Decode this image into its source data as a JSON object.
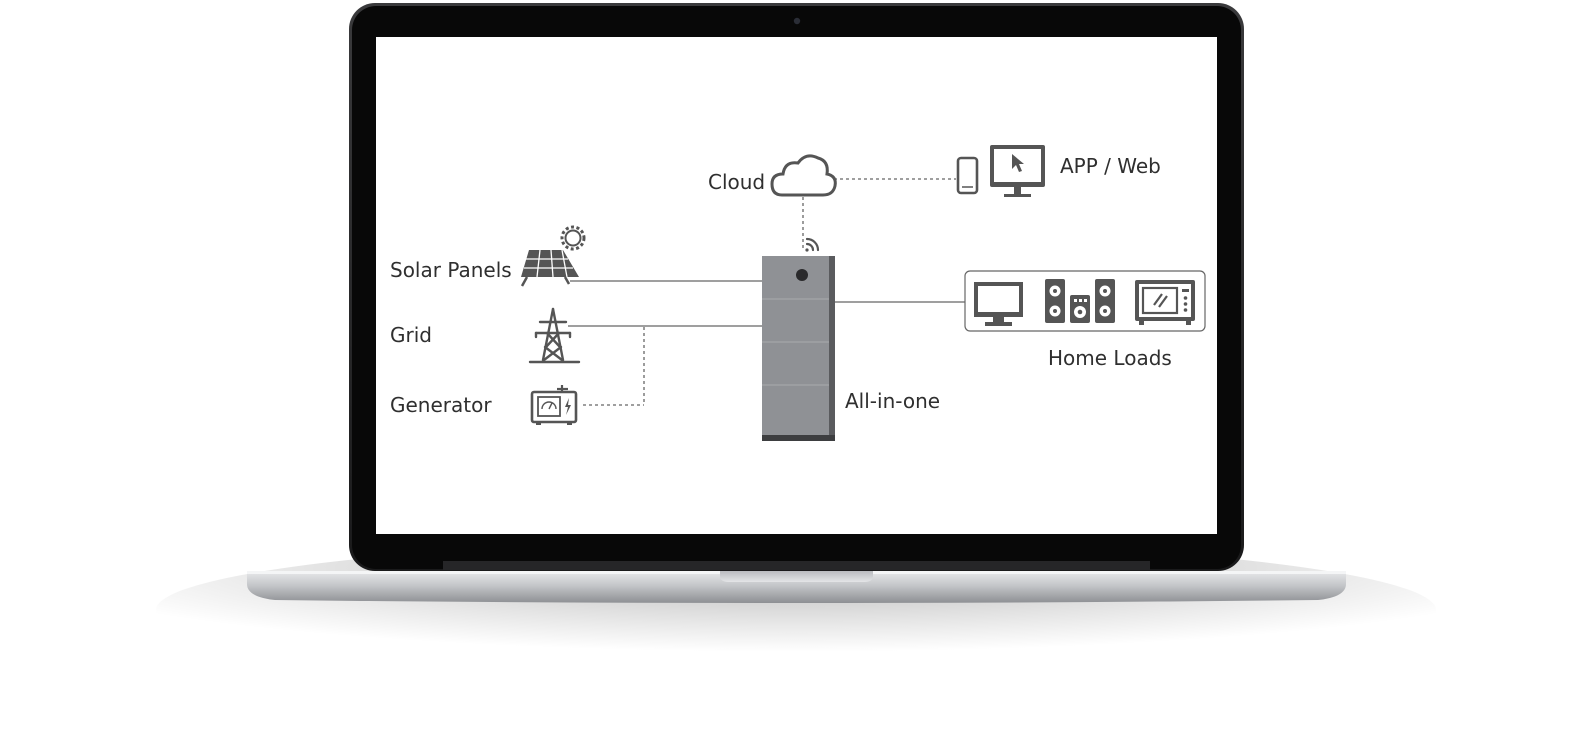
{
  "colors": {
    "icon": "#555555",
    "line": "#666666",
    "bezel": "#0a0a0a",
    "screen": "#ffffff",
    "aluminum": "#c9cbce",
    "battery": "#8e9094"
  },
  "nodes": {
    "cloud": {
      "label": "Cloud",
      "icon": "cloud-icon"
    },
    "app_web": {
      "label": "APP / Web",
      "icons": [
        "smartphone-icon",
        "monitor-cursor-icon"
      ]
    },
    "solar": {
      "label": "Solar Panels",
      "icons": [
        "solar-panel-icon",
        "sun-icon"
      ]
    },
    "grid": {
      "label": "Grid",
      "icon": "transmission-tower-icon"
    },
    "generator": {
      "label": "Generator",
      "icon": "generator-icon"
    },
    "all_in_one": {
      "label": "All-in-one",
      "icons": [
        "battery-unit-icon",
        "wifi-signal-icon"
      ]
    },
    "home_loads": {
      "label": "Home Loads",
      "icons": [
        "tv-icon",
        "speakers-icon",
        "microwave-icon"
      ]
    }
  }
}
